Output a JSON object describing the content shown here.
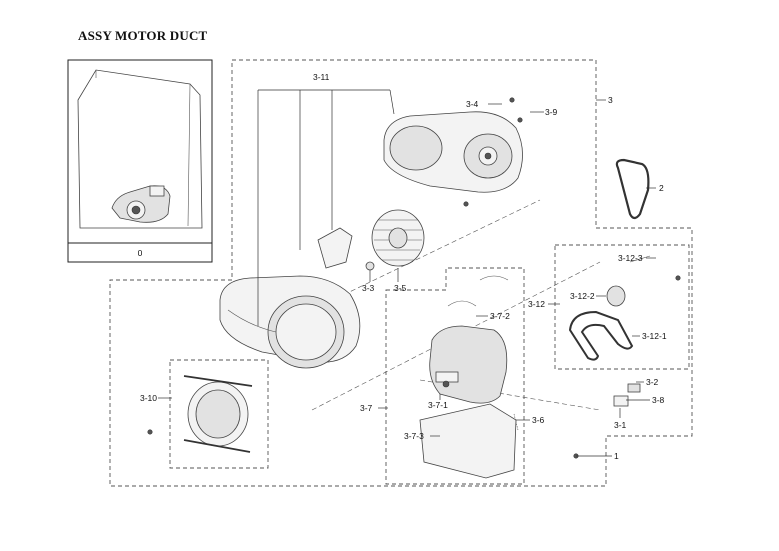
{
  "title": "ASSY MOTOR DUCT",
  "inset_label": "0",
  "callouts": {
    "c1": "1",
    "c2": "2",
    "c3": "3",
    "c3_1": "3-1",
    "c3_2": "3-2",
    "c3_3": "3-3",
    "c3_4": "3-4",
    "c3_5": "3-5",
    "c3_6": "3-6",
    "c3_7": "3-7",
    "c3_7_1": "3-7-1",
    "c3_7_2": "3-7-2",
    "c3_7_3": "3-7-3",
    "c3_8": "3-8",
    "c3_9": "3-9",
    "c3_10": "3-10",
    "c3_11": "3-11",
    "c3_12": "3-12",
    "c3_12_1": "3-12-1",
    "c3_12_2": "3-12-2",
    "c3_12_3": "3-12-3"
  }
}
